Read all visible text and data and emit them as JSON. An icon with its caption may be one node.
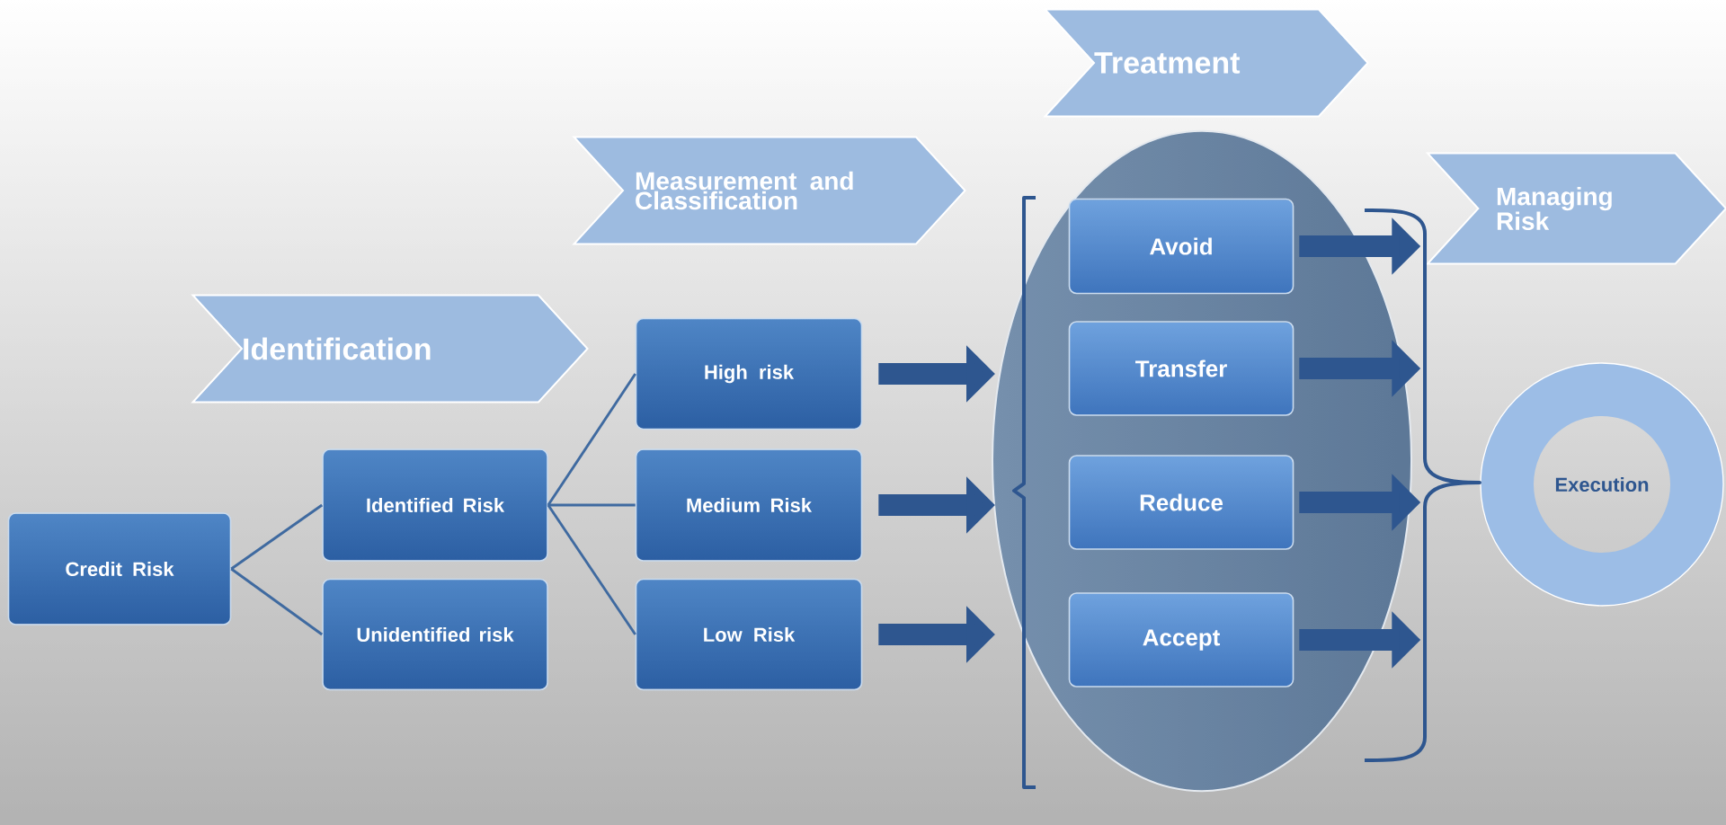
{
  "diagram": {
    "nodes": [
      {
        "text": [
          "Identification"
        ]
      },
      {
        "text": [
          "Measurement and Classification"
        ]
      },
      {
        "text": [
          "Treatment"
        ]
      },
      {
        "text": [
          "Managing Risk"
        ]
      },
      {
        "text": [
          "Credit Risk"
        ]
      },
      {
        "text": [
          "Identified Risk"
        ]
      },
      {
        "text": [
          "Unidentified risk"
        ]
      },
      {
        "text": [
          "High risk"
        ]
      },
      {
        "text": [
          "Medium Risk"
        ]
      },
      {
        "text": [
          "Low Risk"
        ]
      },
      {
        "text": [],
        "shape": "ellipse"
      },
      {
        "text": [
          "Avoid"
        ],
        "in": 10
      },
      {
        "text": [
          "Transfer"
        ],
        "in": 10
      },
      {
        "text": [
          "Reduce"
        ],
        "in": 10
      },
      {
        "text": [
          "Accept"
        ],
        "in": 10
      },
      {
        "text": [
          "Execution"
        ]
      }
    ],
    "edges": [
      {
        "from": 4,
        "to": 5,
        "arrow": "none"
      },
      {
        "from": 4,
        "to": 6,
        "arrow": "none"
      },
      {
        "from": 5,
        "to": 7,
        "arrow": "none"
      },
      {
        "from": 5,
        "to": 8,
        "arrow": "none"
      },
      {
        "from": 5,
        "to": 9,
        "arrow": "none"
      },
      {
        "from": 7,
        "to": 10,
        "arrow": "to"
      },
      {
        "from": 8,
        "to": 10,
        "arrow": "to"
      },
      {
        "from": 9,
        "to": 10,
        "arrow": "to"
      },
      {
        "from": 11,
        "to": null,
        "arrow": "to"
      },
      {
        "from": 12,
        "to": null,
        "arrow": "to"
      },
      {
        "from": 13,
        "to": null,
        "arrow": "to"
      },
      {
        "from": 14,
        "to": null,
        "arrow": "to"
      }
    ]
  }
}
